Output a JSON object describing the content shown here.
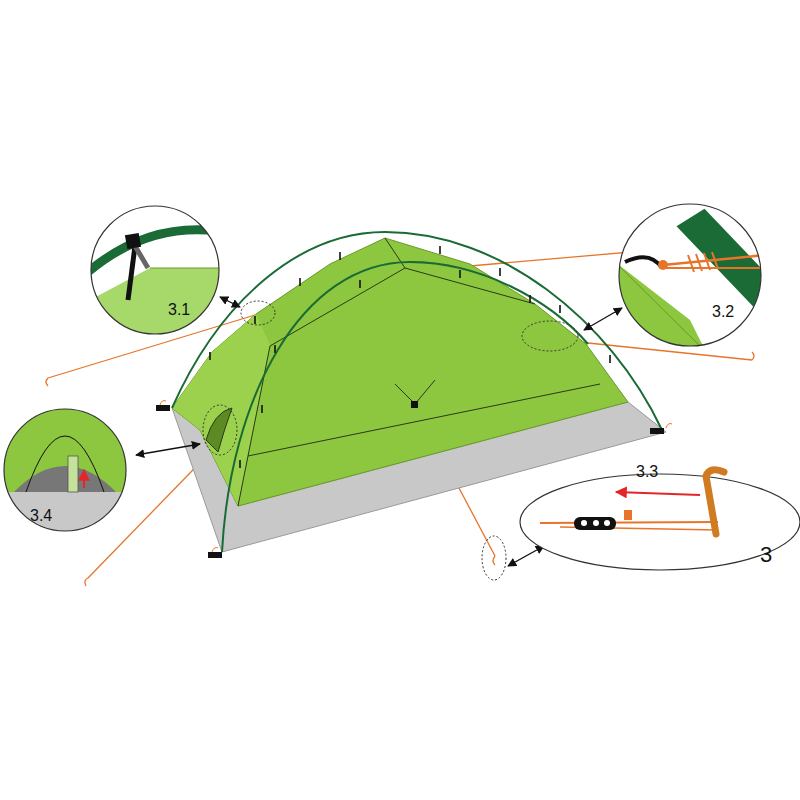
{
  "diagram": {
    "labels": [
      "3.1",
      "3.2",
      "3.3",
      "3.4",
      "3"
    ]
  }
}
